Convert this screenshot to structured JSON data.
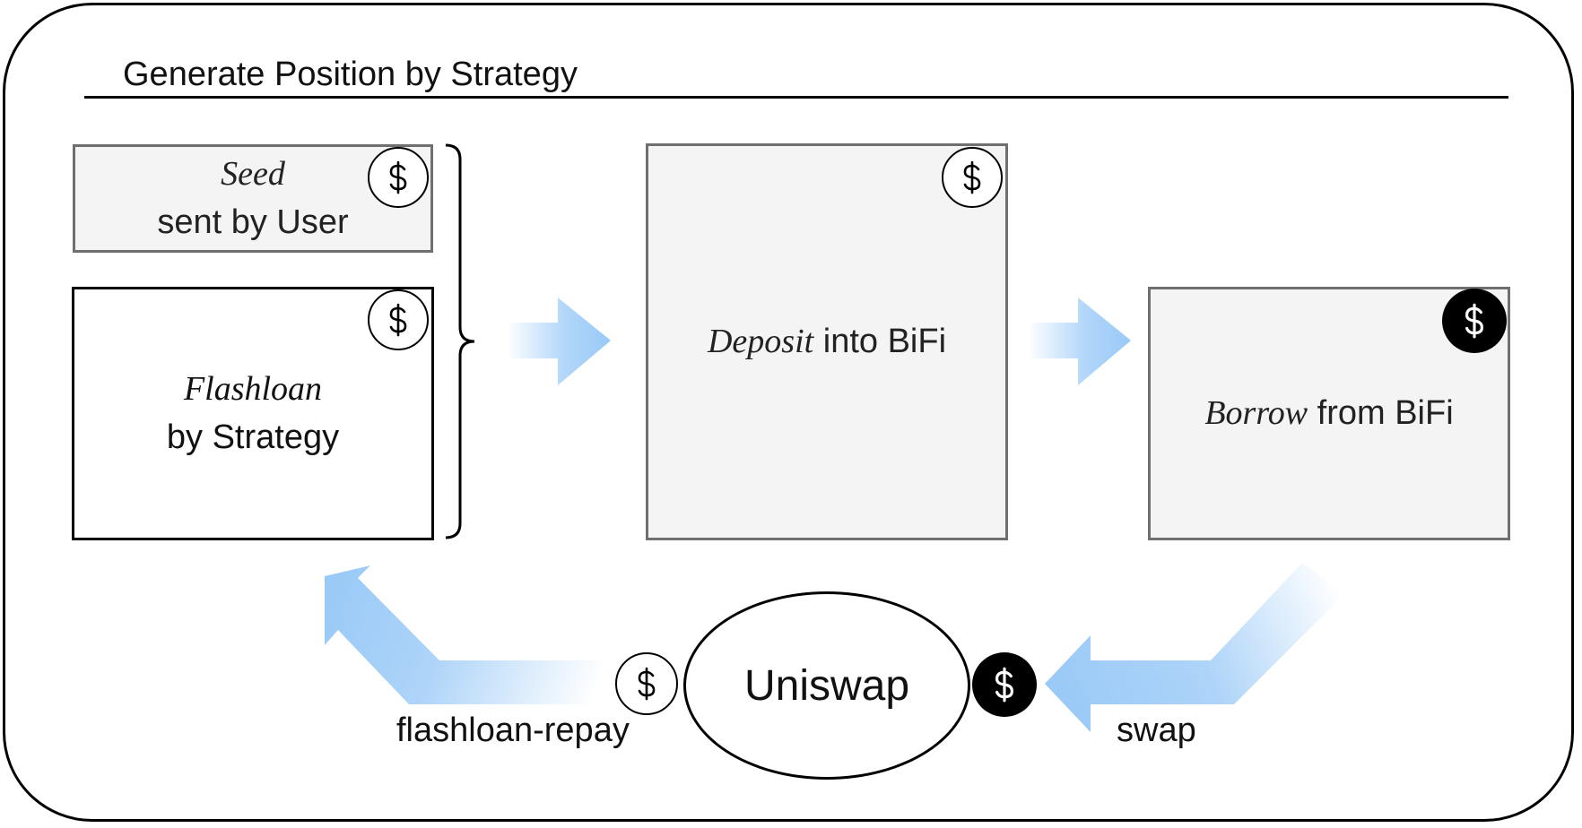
{
  "diagram": {
    "title": "Generate Position by Strategy",
    "seed_box": {
      "line1": "Seed",
      "line2": "sent by User"
    },
    "flashloan_box": {
      "line1": "Flashloan",
      "line2": "by Strategy"
    },
    "deposit_box": {
      "italic": "Deposit",
      "rest": " into BiFi"
    },
    "borrow_box": {
      "italic": "Borrow",
      "rest": " from BiFi"
    },
    "uniswap": "Uniswap",
    "labels": {
      "repay": "flashloan-repay",
      "swap": "swap"
    },
    "icons": {
      "seed": "dollar-outline-icon",
      "flashloan": "dollar-outline-icon",
      "deposit": "dollar-outline-icon",
      "borrow": "dollar-filled-icon",
      "repay": "dollar-outline-icon",
      "swap": "dollar-filled-icon"
    },
    "colors": {
      "arrow": "#99c9f7",
      "box_fill": "#f4f4f4",
      "box_border": "#6f6f6f",
      "filled_icon": "#000000"
    }
  }
}
